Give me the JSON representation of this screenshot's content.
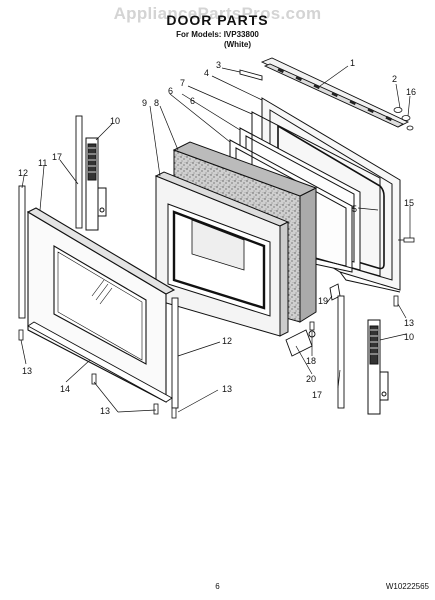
{
  "header": {
    "watermark": "AppliancePartsPros.com",
    "title": "DOOR PARTS",
    "models_line": "For Models: IVP33800",
    "color_line": "(White)"
  },
  "callouts": [
    {
      "id": "c1",
      "text": "1"
    },
    {
      "id": "c2",
      "text": "2"
    },
    {
      "id": "c16",
      "text": "16"
    },
    {
      "id": "c3",
      "text": "3"
    },
    {
      "id": "c4",
      "text": "4"
    },
    {
      "id": "c7",
      "text": "7"
    },
    {
      "id": "c6a",
      "text": "6"
    },
    {
      "id": "c6b",
      "text": "6"
    },
    {
      "id": "c8",
      "text": "8"
    },
    {
      "id": "c9",
      "text": "9"
    },
    {
      "id": "c10a",
      "text": "10"
    },
    {
      "id": "c17a",
      "text": "17"
    },
    {
      "id": "c11",
      "text": "11"
    },
    {
      "id": "c12a",
      "text": "12"
    },
    {
      "id": "c5",
      "text": "5"
    },
    {
      "id": "c15",
      "text": "15"
    },
    {
      "id": "c13a",
      "text": "13"
    },
    {
      "id": "c19",
      "text": "19"
    },
    {
      "id": "c13b",
      "text": "13"
    },
    {
      "id": "c10b",
      "text": "10"
    },
    {
      "id": "c18",
      "text": "18"
    },
    {
      "id": "c20",
      "text": "20"
    },
    {
      "id": "c17b",
      "text": "17"
    },
    {
      "id": "c12b",
      "text": "12"
    },
    {
      "id": "c14",
      "text": "14"
    },
    {
      "id": "c13c",
      "text": "13"
    },
    {
      "id": "c13d",
      "text": "13"
    }
  ],
  "footer": {
    "page_number": "6",
    "doc_code": "W10222565"
  }
}
